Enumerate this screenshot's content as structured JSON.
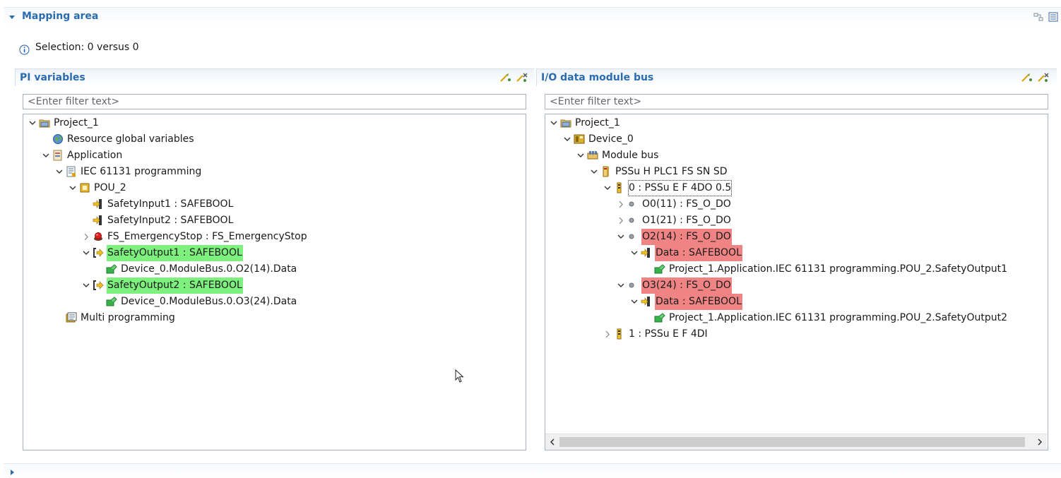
{
  "mapping_area": {
    "title": "Mapping area",
    "selection_text": "Selection: 0 versus 0"
  },
  "left_panel": {
    "title": "PI variables",
    "filter_placeholder": "<Enter filter text>",
    "tree": [
      {
        "label": "Project_1",
        "icon": "project-icon",
        "twisty": "expanded"
      },
      {
        "label": "Resource global variables",
        "icon": "globe-icon",
        "twisty": "none"
      },
      {
        "label": "Application",
        "icon": "application-icon",
        "twisty": "expanded"
      },
      {
        "label": "IEC 61131 programming",
        "icon": "iec-program-icon",
        "twisty": "expanded"
      },
      {
        "label": "POU_2",
        "icon": "pou-icon",
        "twisty": "expanded"
      },
      {
        "label": "SafetyInput1 : SAFEBOOL",
        "icon": "input-variable-icon",
        "twisty": "none"
      },
      {
        "label": "SafetyInput2 : SAFEBOOL",
        "icon": "input-variable-icon",
        "twisty": "none"
      },
      {
        "label": "FS_EmergencyStop : FS_EmergencyStop",
        "icon": "function-block-icon",
        "twisty": "collapsed"
      },
      {
        "label": "SafetyOutput1 : SAFEBOOL",
        "icon": "output-variable-icon",
        "twisty": "expanded",
        "highlight": "mapped"
      },
      {
        "label": "Device_0.ModuleBus.0.O2(14).Data",
        "icon": "mapping-link-icon",
        "twisty": "none"
      },
      {
        "label": "SafetyOutput2 : SAFEBOOL",
        "icon": "output-variable-icon",
        "twisty": "expanded",
        "highlight": "mapped"
      },
      {
        "label": "Device_0.ModuleBus.0.O3(24).Data",
        "icon": "mapping-link-icon",
        "twisty": "none"
      },
      {
        "label": "Multi programming",
        "icon": "multi-program-icon",
        "twisty": "none"
      }
    ]
  },
  "right_panel": {
    "title": "I/O data module bus",
    "filter_placeholder": "<Enter filter text>",
    "tree": [
      {
        "label": "Project_1",
        "icon": "project-icon",
        "twisty": "expanded"
      },
      {
        "label": "Device_0",
        "icon": "device-icon",
        "twisty": "expanded"
      },
      {
        "label": "Module bus",
        "icon": "module-bus-icon",
        "twisty": "expanded"
      },
      {
        "label": "PSSu H PLC1 FS SN SD",
        "icon": "plc-module-icon",
        "twisty": "expanded"
      },
      {
        "label": "0 : PSSu E F 4DO 0.5",
        "icon": "io-module-icon",
        "twisty": "expanded",
        "focused": true
      },
      {
        "label": "O0(11) : FS_O_DO",
        "icon": "channel-dot-icon",
        "twisty": "collapsed"
      },
      {
        "label": "O1(21) : FS_O_DO",
        "icon": "channel-dot-icon",
        "twisty": "collapsed"
      },
      {
        "label": "O2(14) : FS_O_DO",
        "icon": "channel-dot-icon",
        "twisty": "expanded",
        "highlight": "target"
      },
      {
        "label": "Data : SAFEBOOL",
        "icon": "input-variable-icon",
        "twisty": "expanded",
        "highlight": "target"
      },
      {
        "label": "Project_1.Application.IEC 61131 programming.POU_2.SafetyOutput1",
        "icon": "mapping-link-icon",
        "twisty": "none"
      },
      {
        "label": "O3(24) : FS_O_DO",
        "icon": "channel-dot-icon",
        "twisty": "expanded",
        "highlight": "target"
      },
      {
        "label": "Data : SAFEBOOL",
        "icon": "input-variable-icon",
        "twisty": "expanded",
        "highlight": "target"
      },
      {
        "label": "Project_1.Application.IEC 61131 programming.POU_2.SafetyOutput2",
        "icon": "mapping-link-icon",
        "twisty": "none"
      },
      {
        "label": "1 : PSSu E F 4DI",
        "icon": "io-module-icon",
        "twisty": "collapsed"
      }
    ]
  },
  "colors": {
    "section_title": "#2a6cb1",
    "mapped_highlight": "#7df07d",
    "target_highlight": "#f08484"
  }
}
